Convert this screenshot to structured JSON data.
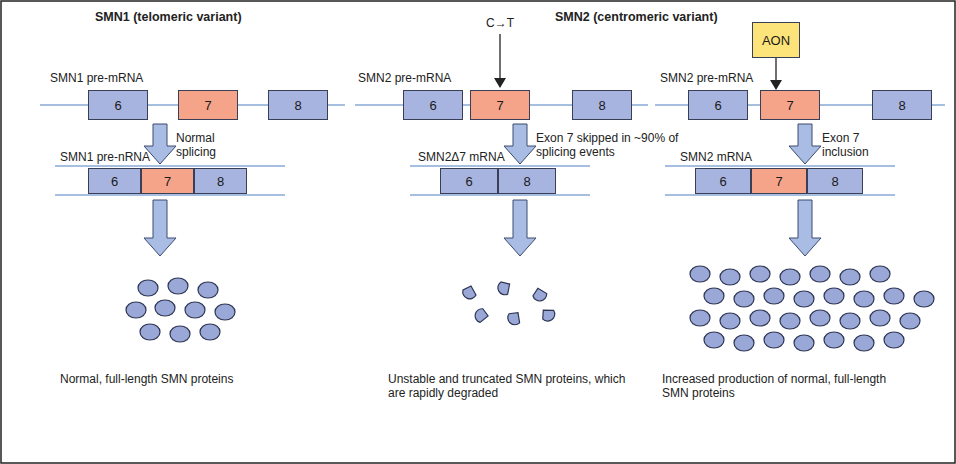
{
  "diagram": {
    "nodes": [
      {
        "text": [
          "6"
        ]
      },
      {
        "text": [
          "7"
        ]
      },
      {
        "text": [
          "8"
        ]
      },
      {
        "text": [
          "6"
        ]
      },
      {
        "text": [
          "7"
        ]
      },
      {
        "text": [
          "8"
        ]
      },
      {
        "text": [
          "AON"
        ]
      },
      {
        "text": [
          "6"
        ]
      },
      {
        "text": [
          "7"
        ]
      },
      {
        "text": [
          "8"
        ]
      },
      {
        "text": [
          "6"
        ]
      },
      {
        "text": [
          "7"
        ]
      },
      {
        "text": [
          "8"
        ]
      },
      {
        "text": [
          "6"
        ]
      },
      {
        "text": [
          "8"
        ]
      },
      {
        "text": [
          "6"
        ]
      },
      {
        "text": [
          "7"
        ]
      },
      {
        "text": [
          "8"
        ]
      }
    ],
    "labels": [
      "SMN1 (telomeric variant)",
      "SMN2 (centromeric variant)",
      "C→T",
      "SMN1 pre-mRNA",
      "SMN2 pre-mRNA",
      "SMN2 pre-mRNA",
      "Normal splicing",
      "Exon 7 skipped in ~90% of splicing events",
      "Exon 7 inclusion",
      "SMN1 pre-nRNA",
      "SMN2Δ7 mRNA",
      "SMN2 mRNA",
      "Normal, full-length SMN proteins",
      "Unstable and truncated SMN proteins, which are rapidly degraded",
      "Increased production of normal, full-length SMN proteins"
    ]
  }
}
